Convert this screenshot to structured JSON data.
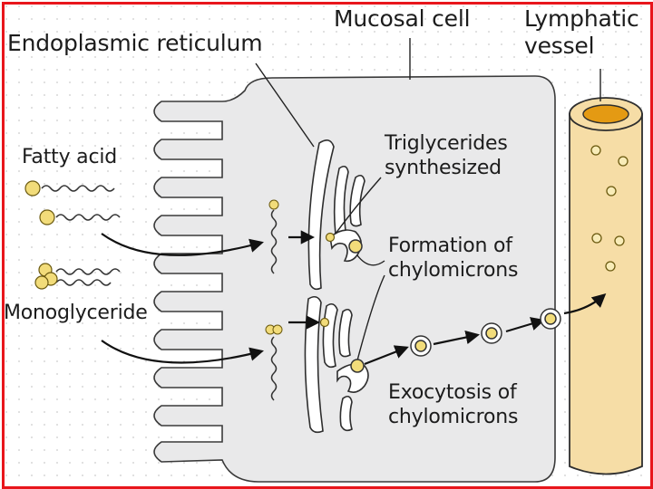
{
  "labels": {
    "endoplasmic_reticulum": "Endoplasmic reticulum",
    "mucosal_cell": "Mucosal cell",
    "lymphatic_vessel_line1": "Lymphatic",
    "lymphatic_vessel_line2": "vessel",
    "fatty_acid": "Fatty acid",
    "monoglyceride": "Monoglyceride",
    "triglycerides_line1": "Triglycerides",
    "triglycerides_line2": "synthesized",
    "formation_line1": "Formation of",
    "formation_line2": "chylomicrons",
    "exocytosis_line1": "Exocytosis of",
    "exocytosis_line2": "chylomicrons"
  },
  "colors": {
    "cell_fill": "#e9e9ea",
    "vessel_fill": "#f6dda6",
    "vessel_lumen": "#e49a13",
    "particle_fill": "#f2dc7a",
    "frame": "#e8161c"
  }
}
